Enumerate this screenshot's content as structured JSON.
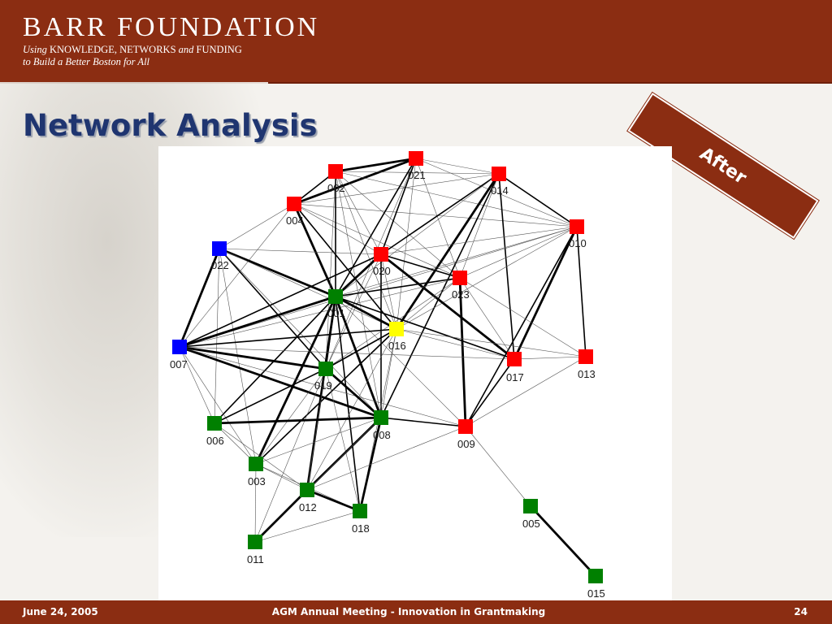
{
  "header": {
    "org_name": "BARR FOUNDATION",
    "tagline_line1_italic": "Using",
    "tagline_line1": "KNOWLEDGE, NETWORKS",
    "tagline_line1_and": "and",
    "tagline_line1_end": "FUNDING",
    "tagline_line2": "to Build a Better Boston for All"
  },
  "slide": {
    "title": "Network Analysis",
    "banner": "After"
  },
  "colors": {
    "header_bg": "#8b2d12",
    "title": "#1f3570",
    "node_red": "#ff0000",
    "node_green": "#008000",
    "node_blue": "#0000ff",
    "node_yellow": "#ffff00"
  },
  "network": {
    "nodes": [
      {
        "id": "002",
        "group": "red"
      },
      {
        "id": "021",
        "group": "red"
      },
      {
        "id": "014",
        "group": "red"
      },
      {
        "id": "004",
        "group": "red"
      },
      {
        "id": "010",
        "group": "red"
      },
      {
        "id": "022",
        "group": "blue"
      },
      {
        "id": "020",
        "group": "red"
      },
      {
        "id": "023",
        "group": "red"
      },
      {
        "id": "001",
        "group": "green"
      },
      {
        "id": "016",
        "group": "yellow"
      },
      {
        "id": "007",
        "group": "blue"
      },
      {
        "id": "017",
        "group": "red"
      },
      {
        "id": "013",
        "group": "red"
      },
      {
        "id": "019",
        "group": "green"
      },
      {
        "id": "006",
        "group": "green"
      },
      {
        "id": "008",
        "group": "green"
      },
      {
        "id": "009",
        "group": "red"
      },
      {
        "id": "003",
        "group": "green"
      },
      {
        "id": "012",
        "group": "green"
      },
      {
        "id": "018",
        "group": "green"
      },
      {
        "id": "005",
        "group": "green"
      },
      {
        "id": "011",
        "group": "green"
      },
      {
        "id": "015",
        "group": "green"
      }
    ],
    "edges": [
      [
        "002",
        "021",
        3
      ],
      [
        "004",
        "021",
        3
      ],
      [
        "002",
        "014",
        1
      ],
      [
        "021",
        "014",
        1
      ],
      [
        "004",
        "014",
        1
      ],
      [
        "002",
        "010",
        1
      ],
      [
        "021",
        "010",
        1
      ],
      [
        "014",
        "010",
        2
      ],
      [
        "004",
        "002",
        2
      ],
      [
        "004",
        "001",
        3
      ],
      [
        "004",
        "016",
        2
      ],
      [
        "004",
        "023",
        1
      ],
      [
        "004",
        "010",
        1
      ],
      [
        "004",
        "022",
        1
      ],
      [
        "004",
        "007",
        1
      ],
      [
        "004",
        "020",
        1
      ],
      [
        "002",
        "001",
        2
      ],
      [
        "002",
        "016",
        1
      ],
      [
        "002",
        "019",
        1
      ],
      [
        "002",
        "020",
        1
      ],
      [
        "002",
        "023",
        1
      ],
      [
        "002",
        "008",
        1
      ],
      [
        "021",
        "001",
        2
      ],
      [
        "021",
        "020",
        2
      ],
      [
        "021",
        "016",
        1
      ],
      [
        "021",
        "023",
        1
      ],
      [
        "021",
        "019",
        1
      ],
      [
        "014",
        "020",
        2
      ],
      [
        "014",
        "016",
        3
      ],
      [
        "014",
        "008",
        2
      ],
      [
        "014",
        "017",
        2
      ],
      [
        "014",
        "001",
        1
      ],
      [
        "014",
        "023",
        1
      ],
      [
        "010",
        "020",
        1
      ],
      [
        "010",
        "017",
        3
      ],
      [
        "010",
        "009",
        2
      ],
      [
        "010",
        "013",
        2
      ],
      [
        "010",
        "023",
        1
      ],
      [
        "010",
        "001",
        1
      ],
      [
        "010",
        "016",
        1
      ],
      [
        "010",
        "007",
        1
      ],
      [
        "022",
        "001",
        3
      ],
      [
        "022",
        "007",
        3
      ],
      [
        "022",
        "019",
        2
      ],
      [
        "022",
        "008",
        1
      ],
      [
        "022",
        "006",
        1
      ],
      [
        "022",
        "020",
        1
      ],
      [
        "022",
        "003",
        1
      ],
      [
        "022",
        "016",
        1
      ],
      [
        "020",
        "023",
        2
      ],
      [
        "020",
        "001",
        3
      ],
      [
        "020",
        "017",
        3
      ],
      [
        "020",
        "016",
        1
      ],
      [
        "020",
        "008",
        2
      ],
      [
        "020",
        "019",
        1
      ],
      [
        "020",
        "007",
        2
      ],
      [
        "023",
        "001",
        2
      ],
      [
        "023",
        "009",
        3
      ],
      [
        "023",
        "017",
        1
      ],
      [
        "023",
        "016",
        1
      ],
      [
        "023",
        "013",
        1
      ],
      [
        "023",
        "019",
        1
      ],
      [
        "023",
        "007",
        1
      ],
      [
        "001",
        "007",
        3
      ],
      [
        "001",
        "019",
        2
      ],
      [
        "001",
        "008",
        3
      ],
      [
        "001",
        "003",
        3
      ],
      [
        "001",
        "012",
        3
      ],
      [
        "001",
        "018",
        2
      ],
      [
        "001",
        "006",
        2
      ],
      [
        "001",
        "016",
        3
      ],
      [
        "001",
        "017",
        2
      ],
      [
        "001",
        "009",
        1
      ],
      [
        "016",
        "007",
        2
      ],
      [
        "016",
        "019",
        2
      ],
      [
        "016",
        "008",
        1
      ],
      [
        "016",
        "017",
        1
      ],
      [
        "016",
        "012",
        1
      ],
      [
        "016",
        "003",
        2
      ],
      [
        "016",
        "018",
        1
      ],
      [
        "016",
        "013",
        1
      ],
      [
        "007",
        "006",
        1
      ],
      [
        "007",
        "019",
        3
      ],
      [
        "007",
        "008",
        3
      ],
      [
        "007",
        "017",
        1
      ],
      [
        "007",
        "009",
        1
      ],
      [
        "007",
        "003",
        1
      ],
      [
        "017",
        "013",
        1
      ],
      [
        "017",
        "009",
        2
      ],
      [
        "013",
        "009",
        1
      ],
      [
        "019",
        "006",
        2
      ],
      [
        "019",
        "008",
        3
      ],
      [
        "019",
        "003",
        1
      ],
      [
        "019",
        "012",
        1
      ],
      [
        "019",
        "018",
        1
      ],
      [
        "019",
        "011",
        1
      ],
      [
        "006",
        "008",
        3
      ],
      [
        "006",
        "003",
        1
      ],
      [
        "006",
        "012",
        1
      ],
      [
        "008",
        "009",
        2
      ],
      [
        "008",
        "003",
        1
      ],
      [
        "008",
        "012",
        3
      ],
      [
        "008",
        "018",
        3
      ],
      [
        "008",
        "011",
        1
      ],
      [
        "009",
        "005",
        1
      ],
      [
        "009",
        "012",
        1
      ],
      [
        "003",
        "012",
        1
      ],
      [
        "003",
        "011",
        1
      ],
      [
        "003",
        "018",
        1
      ],
      [
        "012",
        "018",
        3
      ],
      [
        "012",
        "011",
        3
      ],
      [
        "018",
        "011",
        1
      ],
      [
        "005",
        "015",
        3
      ]
    ]
  },
  "footer": {
    "date": "June 24, 2005",
    "event": "AGM Annual Meeting - Innovation in Grantmaking",
    "page": "24"
  }
}
